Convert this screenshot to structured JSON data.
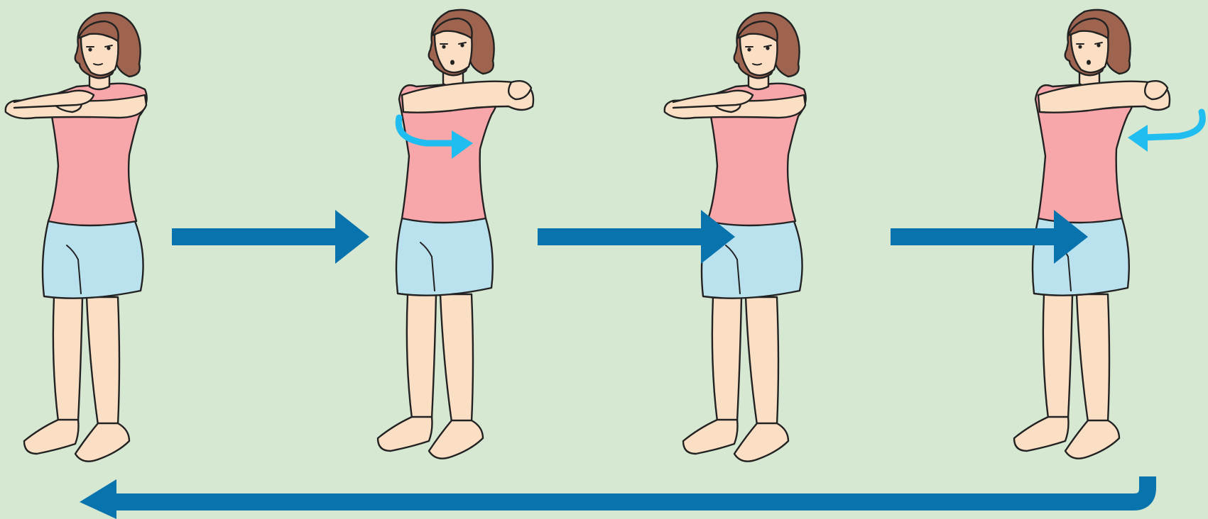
{
  "colors": {
    "background": "#d6e7d2",
    "flow_arrow": "#0873ad",
    "rotation_arrow": "#1fbdf0",
    "hair": "#9e6450",
    "skin": "#fbdfc4",
    "shirt": "#f7a6aa",
    "shorts": "#b9e2ee",
    "outline": "#222222"
  },
  "steps": [
    {
      "pose": "arms-crossed-front",
      "rotation_icon": "none"
    },
    {
      "pose": "twist-torso",
      "rotation_icon": "curved-arrow-right-icon"
    },
    {
      "pose": "arms-crossed-front",
      "rotation_icon": "none"
    },
    {
      "pose": "twist-torso",
      "rotation_icon": "curved-arrow-left-icon"
    }
  ],
  "flow": {
    "forward_arrows": [
      "arrow-right-icon",
      "arrow-right-icon",
      "arrow-right-icon"
    ],
    "return_arrow": "return-arrow-icon"
  }
}
